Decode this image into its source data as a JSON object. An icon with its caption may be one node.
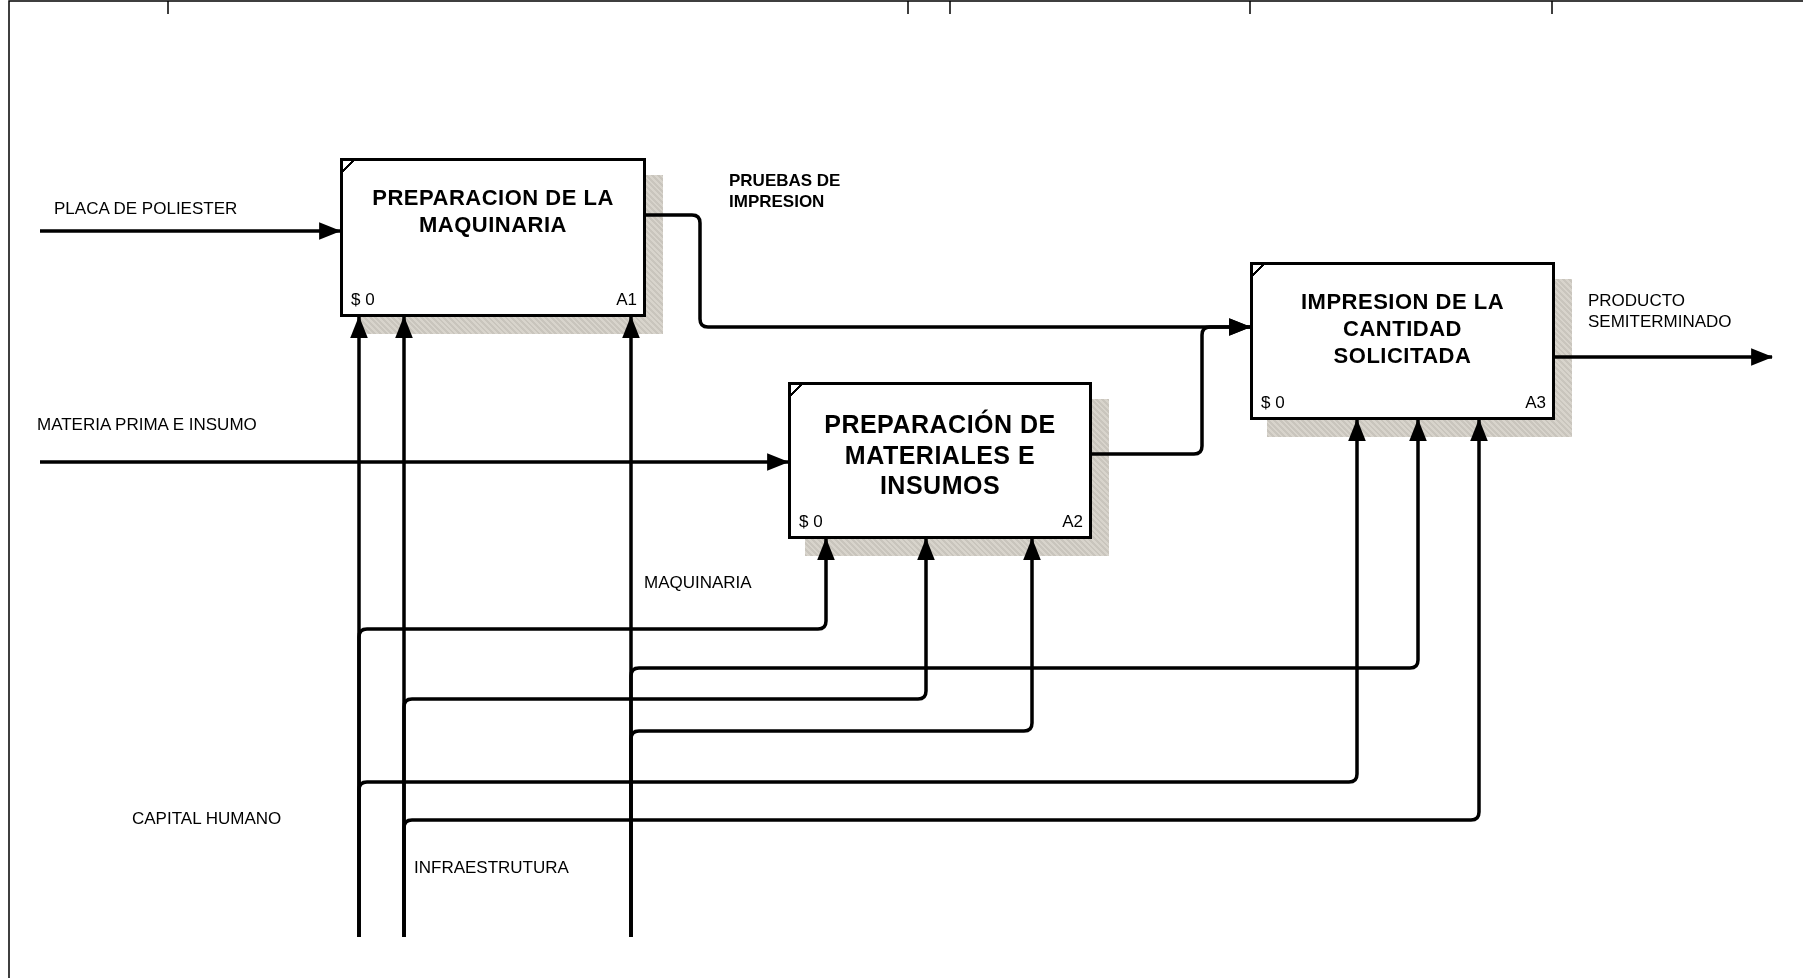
{
  "diagram": {
    "nodes": [
      {
        "text": [
          "PREPARACION DE LA MAQUINARIA",
          "$ 0",
          "A1"
        ]
      },
      {
        "text": [
          "PREPARACIÓN DE MATERIALES E INSUMOS",
          "$ 0",
          "A2"
        ]
      },
      {
        "text": [
          "IMPRESION DE LA CANTIDAD SOLICITADA",
          "$ 0",
          "A3"
        ]
      }
    ],
    "edges": [
      {
        "from": null,
        "to": 0,
        "arrow": "to",
        "label": "PLACA DE POLIESTER"
      },
      {
        "from": null,
        "to": 1,
        "arrow": "to",
        "label": "MATERIA PRIMA E INSUMO"
      },
      {
        "from": 0,
        "to": 2,
        "arrow": "to",
        "label": "PRUEBAS DE IMPRESION"
      },
      {
        "from": 1,
        "to": 2,
        "arrow": "to"
      },
      {
        "from": 2,
        "to": null,
        "arrow": "to",
        "label": "PRODUCTO SEMITERMINADO"
      },
      {
        "from": null,
        "to": 0,
        "arrow": "to",
        "label": "CAPITAL HUMANO"
      },
      {
        "from": null,
        "to": 1,
        "arrow": "to"
      },
      {
        "from": null,
        "to": 2,
        "arrow": "to"
      },
      {
        "from": null,
        "to": 0,
        "arrow": "to",
        "label": "INFRAESTRUTURA"
      },
      {
        "from": null,
        "to": 1,
        "arrow": "to"
      },
      {
        "from": null,
        "to": 2,
        "arrow": "to"
      },
      {
        "from": null,
        "to": 0,
        "arrow": "to",
        "label": "MAQUINARIA"
      },
      {
        "from": null,
        "to": 1,
        "arrow": "to"
      },
      {
        "from": null,
        "to": 2,
        "arrow": "to"
      }
    ]
  }
}
